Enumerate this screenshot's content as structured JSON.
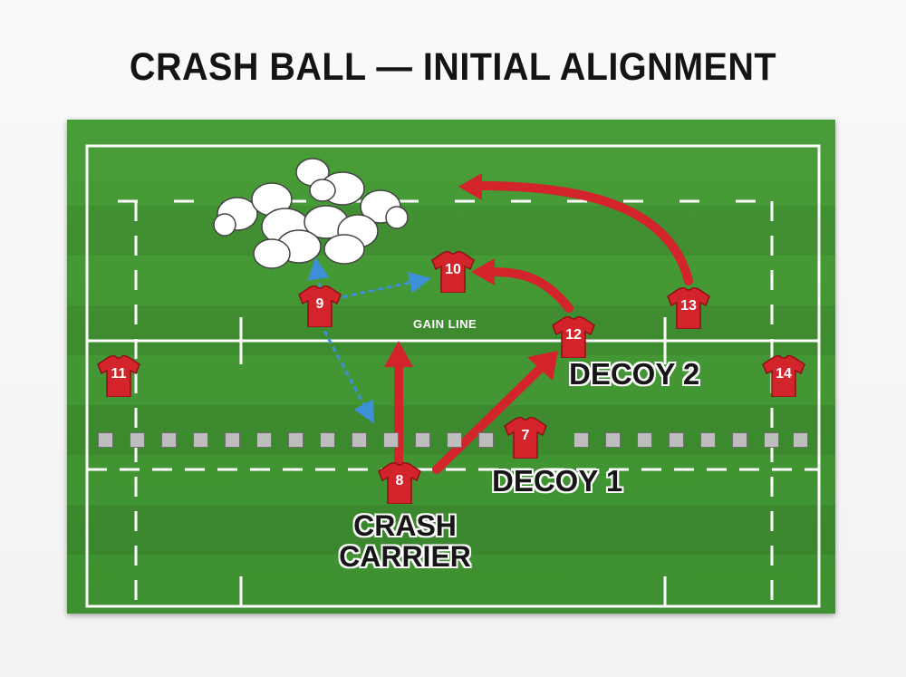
{
  "title": "CRASH BALL — INITIAL ALIGNMENT",
  "colors": {
    "pitch": "#489d37",
    "jersey": "#d3232b",
    "run_arrow": "#d3232b",
    "pass_arrow": "#3d8fd8",
    "markers": "#bdbdbd"
  },
  "field": {
    "gain_line_label": "GAIN LINE"
  },
  "players": [
    {
      "number": "9"
    },
    {
      "number": "10"
    },
    {
      "number": "11"
    },
    {
      "number": "12"
    },
    {
      "number": "13"
    },
    {
      "number": "14"
    },
    {
      "number": "7"
    },
    {
      "number": "8"
    }
  ],
  "callouts": {
    "crash_carrier_line1": "CRASH",
    "crash_carrier_line2": "CARRIER",
    "decoy1": "DECOY 1",
    "decoy2": "DECOY 2"
  },
  "icons": {
    "scrum": "scrum-pack-icon",
    "run": "red-run-arrow",
    "pass": "blue-dashed-pass-arrow"
  }
}
